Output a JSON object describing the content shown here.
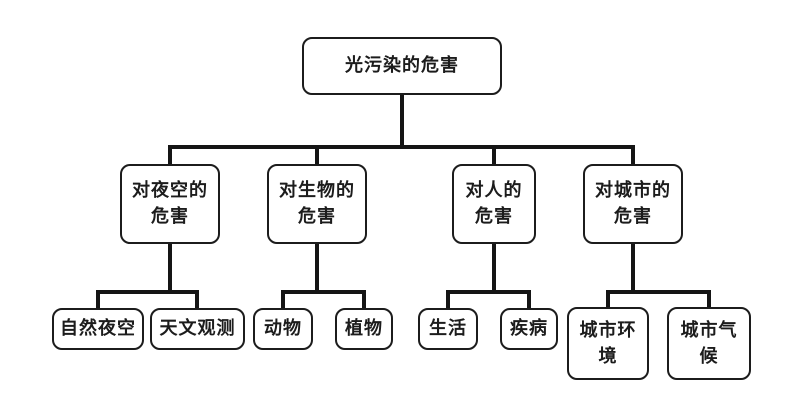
{
  "colors": {
    "background": "#ffffff",
    "box_border": "#1c1c1c",
    "connector_line": "#151515",
    "text": "#1c1c1c"
  },
  "diagram": {
    "root": {
      "label": [
        "光污染的危害"
      ]
    },
    "branches": [
      {
        "label": [
          "对夜空的",
          "危害"
        ],
        "children": [
          {
            "label": [
              "自然夜空"
            ]
          },
          {
            "label": [
              "天文观测"
            ]
          }
        ]
      },
      {
        "label": [
          "对生物的",
          "危害"
        ],
        "children": [
          {
            "label": [
              "动物"
            ]
          },
          {
            "label": [
              "植物"
            ]
          }
        ]
      },
      {
        "label": [
          "对人的",
          "危害"
        ],
        "children": [
          {
            "label": [
              "生活"
            ]
          },
          {
            "label": [
              "疾病"
            ]
          }
        ]
      },
      {
        "label": [
          "对城市的",
          "危害"
        ],
        "children": [
          {
            "label": [
              "城市环",
              "境"
            ]
          },
          {
            "label": [
              "城市气",
              "候"
            ]
          }
        ]
      }
    ]
  }
}
